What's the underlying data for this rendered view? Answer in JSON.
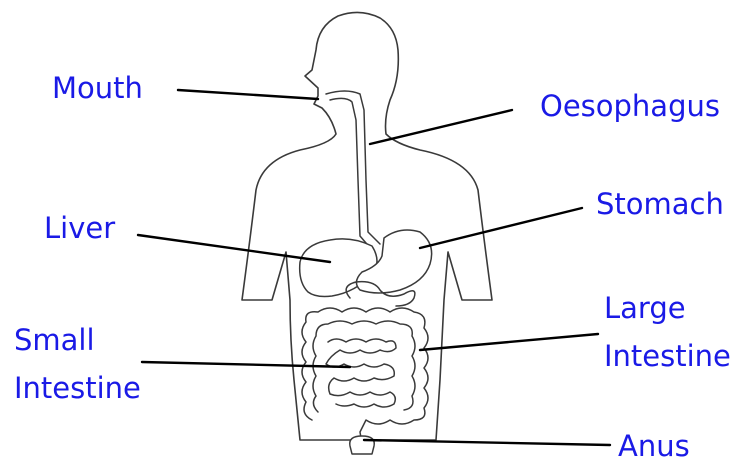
{
  "colors": {
    "label": "#1a1ae6",
    "leader": "#000000",
    "outline": "#3a3a3a"
  },
  "labels": {
    "mouth": "Mouth",
    "oesophagus": "Oesophagus",
    "stomach": "Stomach",
    "liver": "Liver",
    "large_intestine_1": "Large",
    "large_intestine_2": "Intestine",
    "small_intestine_1": "Small",
    "small_intestine_2": "Intestine",
    "anus": "Anus"
  }
}
